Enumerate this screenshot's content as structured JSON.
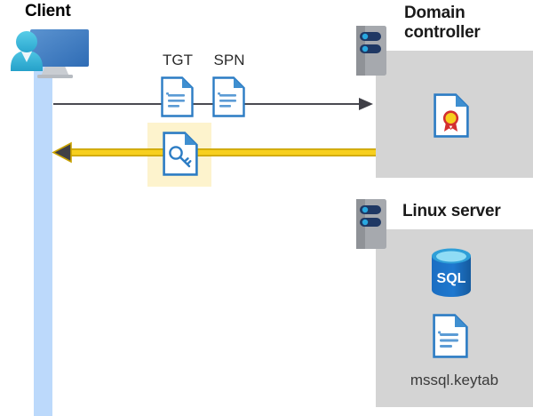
{
  "diagram": {
    "title_client": "Client",
    "title_domain_controller": "Domain\ncontroller",
    "title_linux_server": "Linux server",
    "colors": {
      "panel_gray": "#d4d4d4",
      "lifeline_blue": "#bcd9fb",
      "highlight_yellow": "#fdf3cd",
      "arrow_gold": "#f5c518",
      "arrow_dark": "#3f3f46",
      "doc_blue": "#2c7cc4",
      "sql_blue": "#1b6ec2",
      "cert_gold": "#f5c518",
      "cert_red": "#d32f2f",
      "rack_gray": "#a0a3a8",
      "rack_navy": "#1f3864",
      "rack_dot_cyan": "#29a8e0",
      "person_cyan": "#35bcdc",
      "monitor_blue": "#3f7ec4"
    }
  },
  "client": {
    "label": "Client",
    "icon": "user-workstation-icon",
    "lifeline": "client-lifeline"
  },
  "messages": {
    "request": {
      "name": "request-arrow",
      "direction": "right",
      "style": "thin-dark-line",
      "documents": [
        {
          "label": "TGT",
          "icon": "document-icon"
        },
        {
          "label": "SPN",
          "icon": "document-icon"
        }
      ]
    },
    "response": {
      "name": "response-arrow",
      "direction": "left",
      "style": "gold-line",
      "highlighted": true,
      "documents": [
        {
          "label": "",
          "icon": "key-document-icon"
        }
      ]
    }
  },
  "domain_controller": {
    "title_line1": "Domain",
    "title_line2": "controller",
    "rack_icon": "server-rack-icon",
    "contents": [
      {
        "icon": "certificate-document-icon",
        "label": ""
      }
    ]
  },
  "linux_server": {
    "title": "Linux server",
    "rack_icon": "server-rack-icon",
    "contents": [
      {
        "icon": "sql-database-icon",
        "label": "SQL"
      },
      {
        "icon": "document-icon",
        "label": "mssql.keytab"
      }
    ]
  }
}
